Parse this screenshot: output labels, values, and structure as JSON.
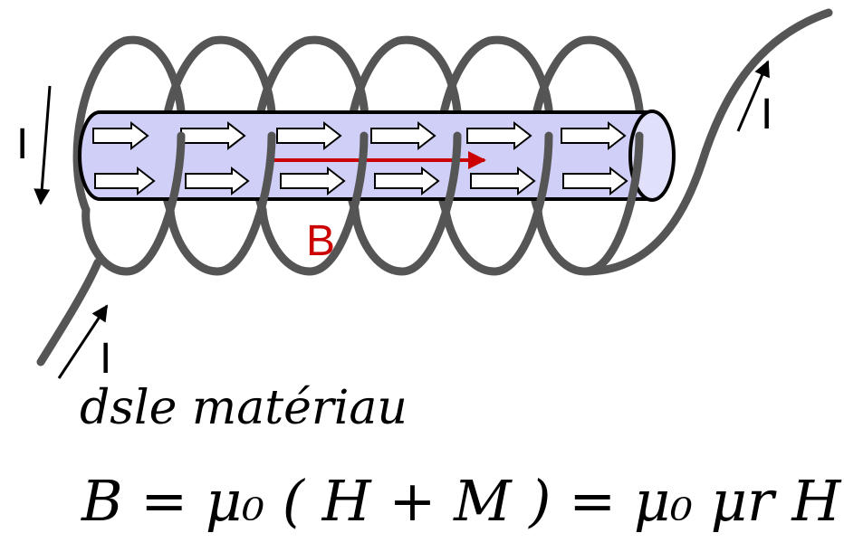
{
  "diagram": {
    "current_label": "I",
    "field_label": "B",
    "handwritten_note": "dsle matériau",
    "equation": "B = μ₀ ( H + M ) = μ₀ μr H"
  },
  "colors": {
    "coil": "#555555",
    "rod_fill": "#cfcff7",
    "rod_stroke": "#000000",
    "moment_arrow_fill": "#ffffff",
    "field_color": "#cc0000",
    "text": "#000000"
  },
  "icons": {
    "magnetic_moment": "hollow-arrow-right",
    "current_direction": "arrow"
  }
}
